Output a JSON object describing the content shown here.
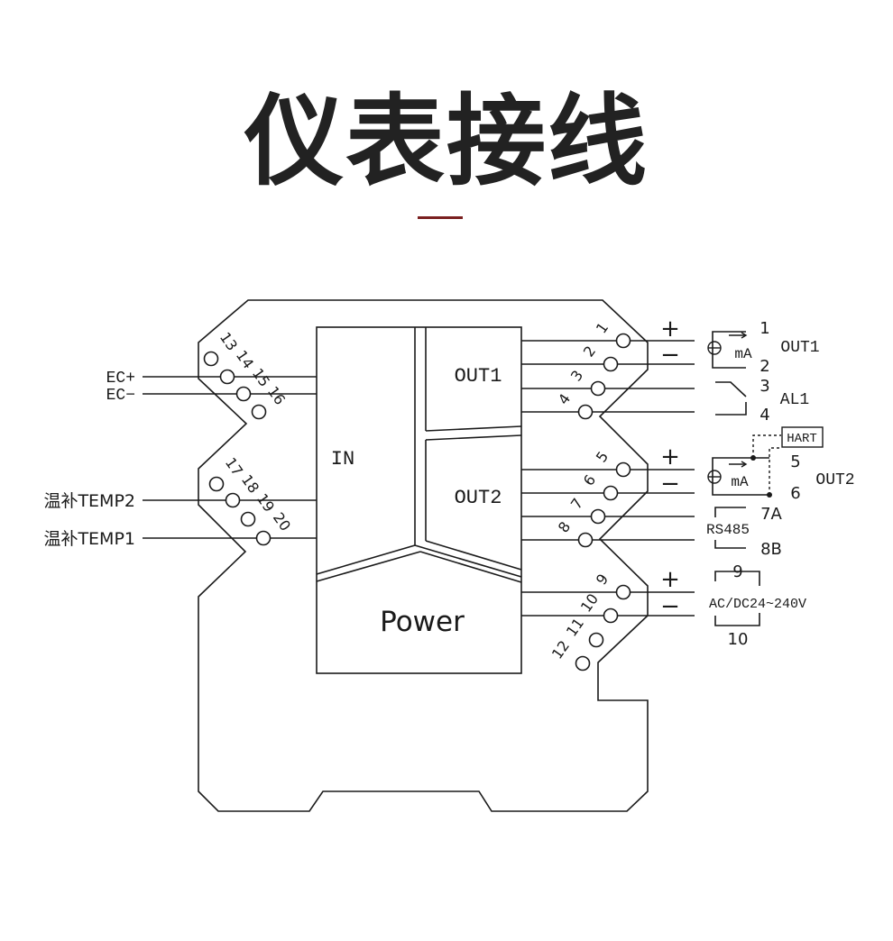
{
  "title": "仪表接线",
  "colors": {
    "accent": "#7a1f1f",
    "ink": "#1a1a1a"
  },
  "blocks": {
    "in": "IN",
    "out1": "OUT1",
    "out2": "OUT2",
    "power": "Power"
  },
  "left_labels": {
    "ec_plus": "EC+",
    "ec_minus": "EC−",
    "temp2": "温补TEMP2",
    "temp1": "温补TEMP1"
  },
  "terminals": [
    "1",
    "2",
    "3",
    "4",
    "5",
    "6",
    "7",
    "8",
    "9",
    "10",
    "11",
    "12",
    "13",
    "14",
    "15",
    "16",
    "17",
    "18",
    "19",
    "20"
  ],
  "right": {
    "out1": {
      "plus": "+",
      "minus": "−",
      "top": "1",
      "bottom": "2",
      "meter": "mA",
      "label": "OUT1"
    },
    "alarm": {
      "top": "3",
      "bottom": "4",
      "label": "AL1"
    },
    "out2": {
      "plus": "+",
      "minus": "−",
      "top": "5",
      "bottom": "6",
      "meter": "mA",
      "label": "OUT2",
      "hart": "HART"
    },
    "rs485": {
      "top": "7A",
      "bottom": "8B",
      "label": "RS485"
    },
    "power": {
      "plus": "+",
      "minus": "−",
      "top": "9",
      "bottom": "10",
      "label": "AC/DC24~240V"
    }
  }
}
